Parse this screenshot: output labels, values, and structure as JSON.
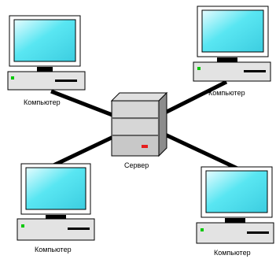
{
  "nodes": {
    "server": {
      "label": "Сервер"
    },
    "pc_top_left": {
      "label": "Компьютер"
    },
    "pc_top_right": {
      "label": "Компьютер"
    },
    "pc_bottom_left": {
      "label": "Компьютер"
    },
    "pc_bottom_right": {
      "label": "Компьютер"
    }
  },
  "colors": {
    "screen": "#59e6f2",
    "screen_highlight": "#e6fcff",
    "frame": "#ffffff",
    "case": "#e3e3e3",
    "outline": "#000000",
    "server_body": "#c8c8c8",
    "server_dark": "#8c8c8c",
    "indicator_green": "#00c800",
    "indicator_red": "#e61e1e",
    "link": "#000000"
  },
  "icons": {
    "computer": "desktop-computer-icon",
    "server": "server-tower-icon"
  }
}
